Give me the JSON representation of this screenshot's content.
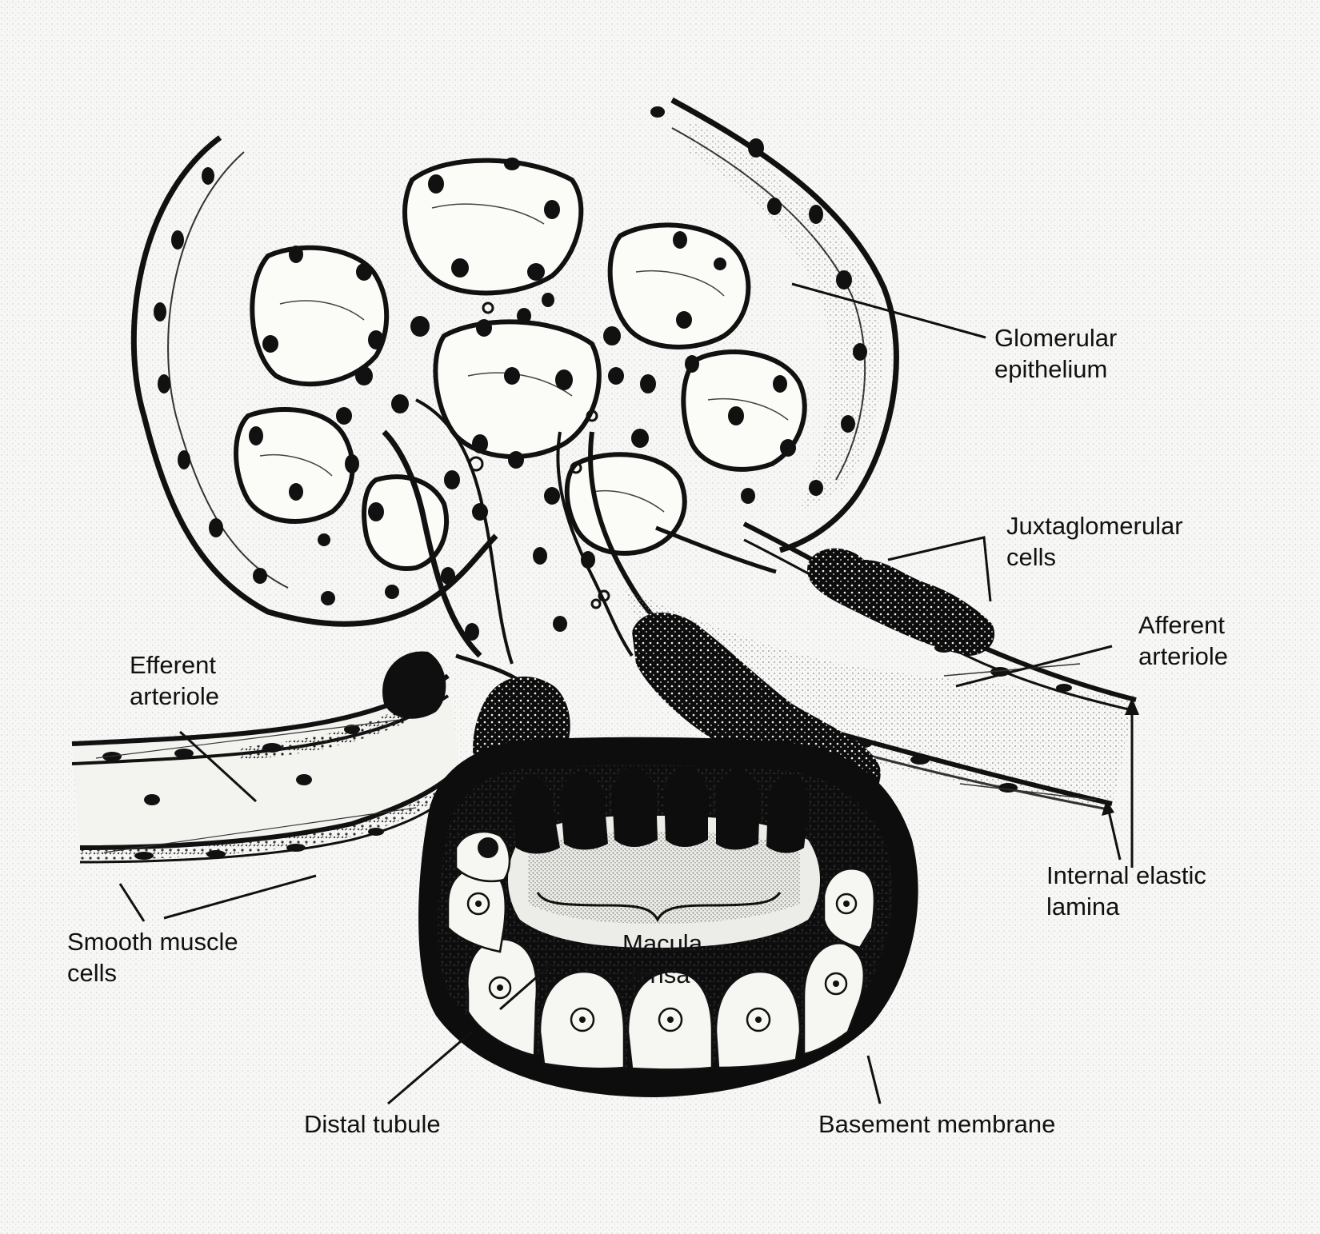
{
  "labels": {
    "glomerular_epithelium": [
      "Glomerular",
      "epithelium"
    ],
    "juxtaglomerular_cells": [
      "Juxtaglomerular",
      "cells"
    ],
    "afferent_arteriole": [
      "Afferent",
      "arteriole"
    ],
    "efferent_arteriole": [
      "Efferent",
      "arteriole"
    ],
    "internal_elastic_lamina": [
      "Internal elastic",
      "lamina"
    ],
    "smooth_muscle_cells": [
      "Smooth muscle",
      "cells"
    ],
    "macula_densa": [
      "Macula",
      "densa"
    ],
    "distal_tubule": "Distal tubule",
    "basement_membrane": "Basement membrane"
  }
}
